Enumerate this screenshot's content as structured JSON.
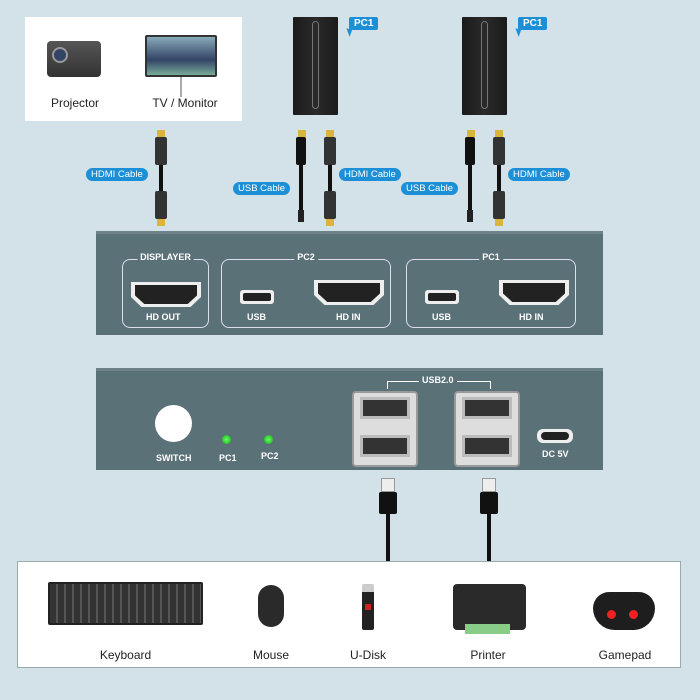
{
  "displays": [
    {
      "label": "Projector",
      "icon": "projector-icon"
    },
    {
      "label": "TV / Monitor",
      "icon": "monitor-icon"
    }
  ],
  "computers": [
    {
      "tag": "PC1",
      "icon": "pc-tower-icon"
    },
    {
      "tag": "PC1",
      "icon": "pc-tower-icon"
    }
  ],
  "cables": {
    "hdmi": "HDMI Cable",
    "usb": "USB Cable"
  },
  "back_panel": {
    "displayer": {
      "title": "DISPLAYER",
      "port": "HD OUT"
    },
    "pc2": {
      "title": "PC2",
      "usb": "USB",
      "hdmi": "HD IN"
    },
    "pc1": {
      "title": "PC1",
      "usb": "USB",
      "hdmi": "HD IN"
    }
  },
  "front_panel": {
    "switch": "SWITCH",
    "led1": "PC1",
    "led2": "PC2",
    "usb_title": "USB2.0",
    "power": "DC 5V",
    "led_color": "#22cc22"
  },
  "peripherals": [
    {
      "label": "Keyboard"
    },
    {
      "label": "Mouse"
    },
    {
      "label": "U-Disk"
    },
    {
      "label": "Printer"
    },
    {
      "label": "Gamepad"
    }
  ],
  "colors": {
    "background": "#d3e2e8",
    "panel": "#5a7178",
    "tag": "#1d8fd6"
  }
}
